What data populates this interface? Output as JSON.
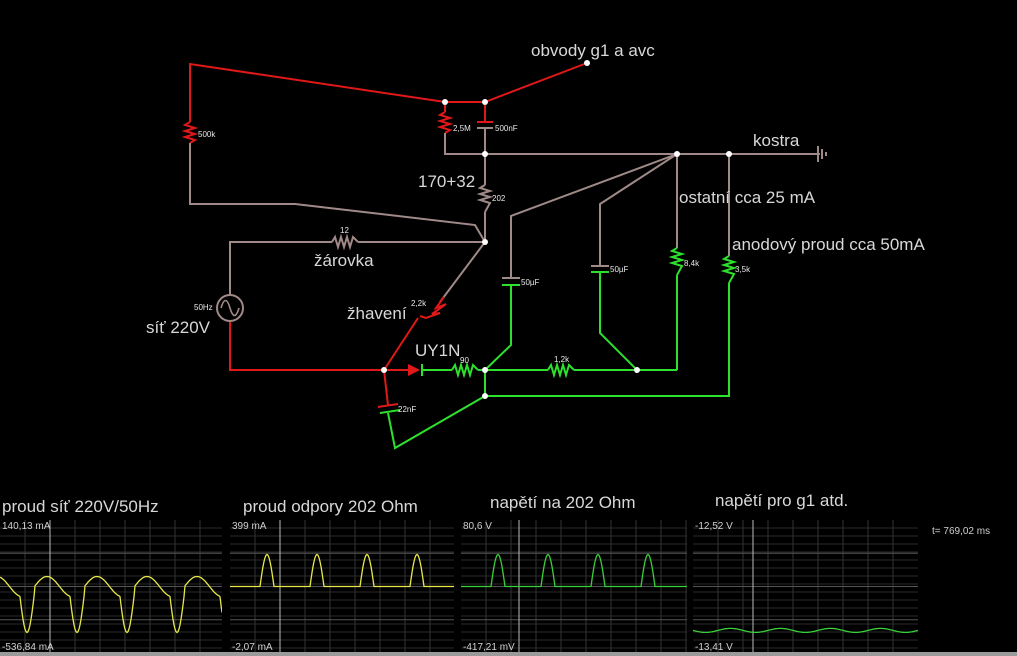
{
  "colors": {
    "wire_neutral": "#a08a88",
    "wire_positive": "#e01818",
    "wire_negative": "#2ee02e",
    "node": "#ffffff",
    "trace_current": "#e8e84a",
    "trace_voltage": "#3ad03a",
    "grid": "#3a3a3a",
    "background": "#000000"
  },
  "circuit": {
    "labels": {
      "g1_avc": "obvody g1 a avc",
      "kostra": "kostra",
      "r202_sum": "170+32",
      "ostatni": "ostatní cca 25 mA",
      "anodovy": "anodový proud  cca 50mA",
      "zarovka": "žárovka",
      "zhaveni": "žhavení",
      "sit": "síť 220V",
      "tube": "UY1N"
    },
    "components": {
      "r500k": "500k",
      "r2_5M": "2,5M",
      "c500nF": "500nF",
      "r202": "202",
      "r12": "12",
      "src_freq": "50Hz",
      "r2_2k": "2,2k",
      "r90": "90",
      "c22nF": "22nF",
      "c50uF_1": "50µF",
      "c50uF_2": "50µF",
      "r1_2k": "1,2k",
      "r8_4k": "8,4k",
      "r3_5k": "3,5k"
    }
  },
  "scopes": [
    {
      "title": "proud síť 220V/50Hz",
      "max": "140,13 mA",
      "min": "-536,84 mA",
      "trace": "current"
    },
    {
      "title": "proud odpory 202 Ohm",
      "max": "399 mA",
      "min": "-2,07 mA",
      "trace": "current"
    },
    {
      "title": "napětí na 202 Ohm",
      "max": "80,6 V",
      "min": "-417,21 mV",
      "trace": "voltage"
    },
    {
      "title": "napětí pro g1 atd.",
      "max": "-12,52 V",
      "min": "-13,41 V",
      "trace": "voltage"
    }
  ],
  "time_readout": "t= 769,02 ms"
}
